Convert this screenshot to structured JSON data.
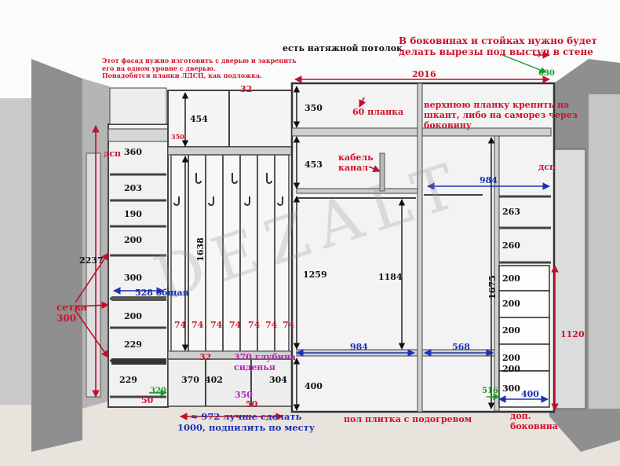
{
  "notes": {
    "facade": [
      "Этот фасад нужно изготовить с дверью и закрепить",
      "его на одном уровне с дверью.",
      "Понадобятся планки ЛДСП, как подложка."
    ],
    "ceiling": "есть натяжной потолок",
    "walls": [
      "В боковинах и стойках нужно будет",
      "делать вырезы под выступ в стене"
    ],
    "top_plank": [
      "верхнюю планку крепить на",
      "шкант, либо на саморез через",
      "боковину"
    ],
    "seat_depth": [
      "370 глубина",
      "сиденья"
    ],
    "width_total": [
      "≈ 972 лучше сделать",
      "1000, подпилить по месту"
    ],
    "floor": "пол плитка с подогревом",
    "extra_side": [
      "доп.",
      "боковина"
    ]
  },
  "labels": {
    "dsp_left": "дсп",
    "dsp_right": "дсп",
    "setka": [
      "сетка",
      "300"
    ],
    "cable": [
      "кабель",
      "канал"
    ],
    "plank60": "60 планка",
    "depth_528": "528 общая"
  },
  "dimensions": {
    "total_width": "2016",
    "right_offset": "630",
    "top_32": "32",
    "h_350_top": "350",
    "h_454": "454",
    "h_350_small": "350",
    "left_shelves": [
      "360",
      "203",
      "190",
      "200",
      "300",
      "200",
      "229",
      "229"
    ],
    "h_2237": "2237",
    "h_1638": "1638",
    "h_453": "453",
    "h_1259": "1259",
    "h_1184": "1184",
    "w_984_top": "984",
    "right_shelves": [
      "263",
      "260"
    ],
    "h_1675": "1675",
    "drawers": [
      "200",
      "200",
      "200",
      "200",
      "200",
      "300"
    ],
    "h_1120": "1120",
    "hooks_74": [
      "74",
      "74",
      "74",
      "74",
      "74",
      "74",
      "74"
    ],
    "bench_32": "32",
    "bench_370": "370",
    "bench_402": "402",
    "bench_350": "350",
    "bench_304": "304",
    "bench_50": "50",
    "left_320": "320",
    "left_50": "50",
    "w_984_bottom": "984",
    "w_568": "568",
    "h_400": "400",
    "w_516": "516",
    "w_400": "400"
  },
  "watermark": "DEZALT"
}
